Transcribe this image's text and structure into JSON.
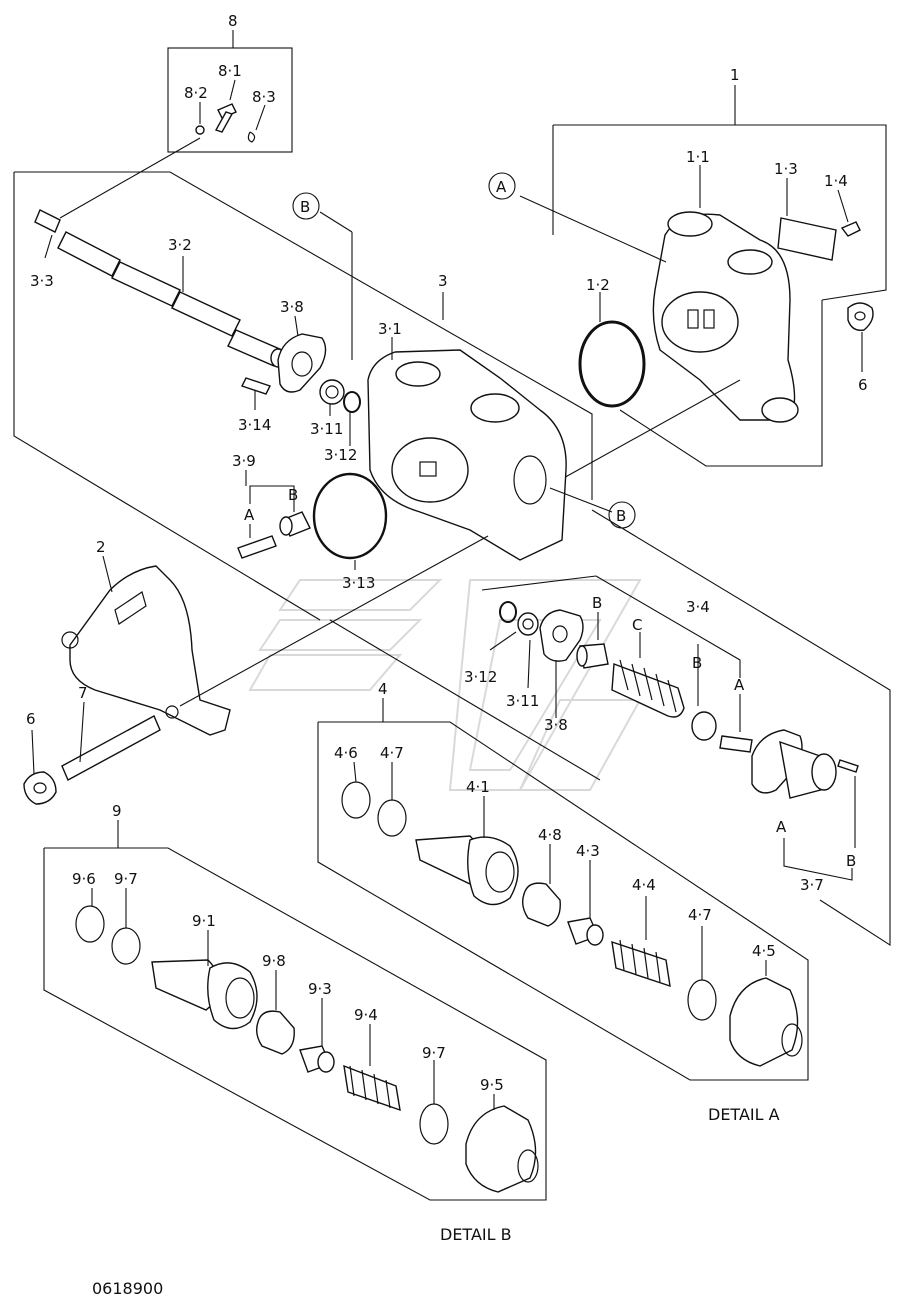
{
  "callouts": {
    "c8": "8",
    "c8_1": "8·1",
    "c8_2": "8·2",
    "c8_3": "8·3",
    "c1": "1",
    "c1_1": "1·1",
    "c1_2": "1·2",
    "c1_3": "1·3",
    "c1_4": "1·4",
    "c6a": "6",
    "c6b": "6",
    "c3": "3",
    "c3_1": "3·1",
    "c3_2": "3·2",
    "c3_3": "3·3",
    "c3_4": "3·4",
    "c3_7": "3·7",
    "c3_8a": "3·8",
    "c3_8b": "3·8",
    "c3_9": "3·9",
    "c3_11a": "3·11",
    "c3_11b": "3·11",
    "c3_12a": "3·12",
    "c3_12b": "3·12",
    "c3_13": "3·13",
    "c3_14": "3·14",
    "c2": "2",
    "c7": "7",
    "c4": "4",
    "c4_1": "4·1",
    "c4_3": "4·3",
    "c4_4": "4·4",
    "c4_5": "4·5",
    "c4_6": "4·6",
    "c4_7a": "4·7",
    "c4_7b": "4·7",
    "c4_8": "4·8",
    "c9": "9",
    "c9_1": "9·1",
    "c9_3": "9·3",
    "c9_4": "9·4",
    "c9_5": "9·5",
    "c9_6": "9·6",
    "c9_7a": "9·7",
    "c9_7b": "9·7",
    "c9_8": "9·8"
  },
  "refs": {
    "circle_a": "A",
    "circle_b1": "B",
    "circle_b2": "B",
    "a1": "A",
    "b1": "B",
    "a2": "A",
    "b2": "B",
    "b3": "B",
    "c1": "C",
    "a3": "A",
    "b4": "B"
  },
  "captions": {
    "detail_a": "DETAIL  A",
    "detail_b": "DETAIL  B",
    "drawing_no": "0618900"
  }
}
